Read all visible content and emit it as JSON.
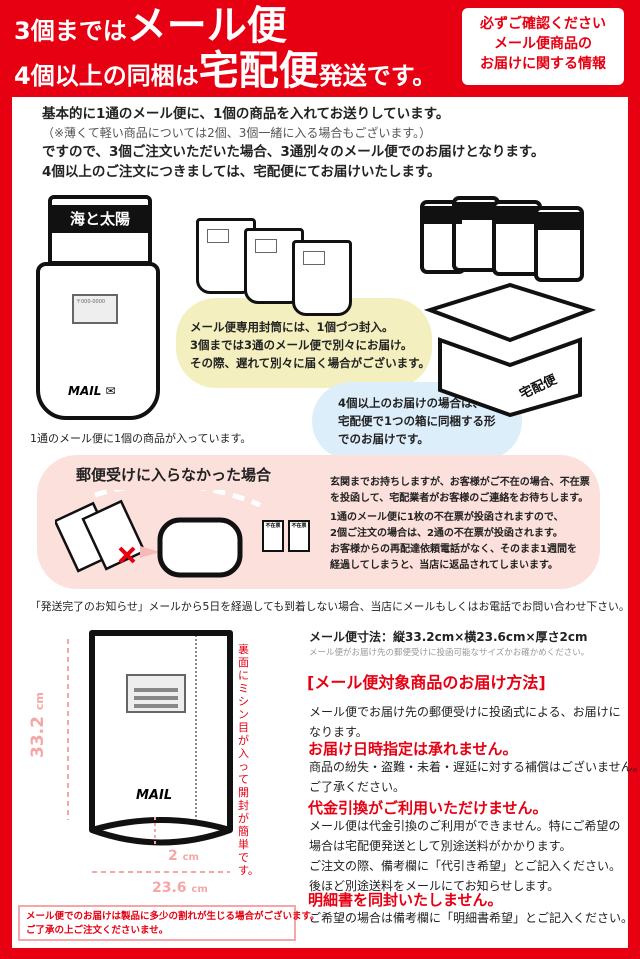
{
  "header": {
    "line1_a": "3個までは",
    "line1_b": "メール便",
    "line2_a": "4個以上の同梱は",
    "line2_b": "宅配便",
    "line2_c": "発送です。",
    "notice": [
      "必ずご確認ください",
      "メール便商品の",
      "お届けに関する情報"
    ]
  },
  "intro": [
    "基本的に1通のメール便に、1個の商品を入れてお送りしています。",
    "（※薄くて軽い商品については2個、3個一緒に入る場合もございます。）",
    "ですので、3個ご注文いただいた場合、3通別々のメール便でのお届けとなります。",
    "4個以上のご注文につきましては、宅配便にてお届けいたします。"
  ],
  "illustration": {
    "brand": "海と太陽",
    "mail_label": "MAIL",
    "postal_code": "〒000-0000",
    "single_caption": "1通のメール便に1個の商品が入っています。",
    "yellow_bubble": [
      "メール便専用封筒には、1個づつ封入。",
      "3個までは3通のメール便で別々にお届け。",
      "その際、遅れて別々に届く場合がございます。"
    ],
    "blue_bubble": [
      "4個以上のお届けの場合は、",
      "宅配便で1つの箱に同梱する形",
      "でのお届けです。"
    ],
    "box_label": "宅配便"
  },
  "mailbox_section": {
    "title": "郵便受けに入らなかった場合",
    "slip_label": "不在票",
    "para1": [
      "玄関までお持ちしますが、お客様がご不在の場合、不在票",
      "を投函して、宅配業者がお客様のご連絡をお待ちします。"
    ],
    "para2": [
      "1通のメール便に1枚の不在票が投函されますので、",
      "2個ご注文の場合は、2通の不在票が投函されます。",
      "お客様からの再配達依頼電話がなく、そのまま1週間を",
      "経過してしまうと、当店に返品されてしまいます。"
    ]
  },
  "contact_note": "「発送完了のお知らせ」メールから5日を経過しても到着しない場合、当店にメールもしくはお電話でお問い合わせ下さい。",
  "diagram": {
    "height_value": "33.2",
    "width_value": "23.6",
    "depth_value": "2",
    "unit": "cm",
    "perforation_note": "裏面にミシン目が入って開封が簡単です。",
    "warning": [
      "メール便でのお届けは製品に多少の割れが生じる場合がございます。",
      "ご了承の上ご注文くださいませ。"
    ]
  },
  "details": {
    "size": "メール便寸法：縦33.2cm×横23.6cm×厚さ2cm",
    "size_note": "メール便がお届け先の郵便受けに投函可能なサイズかお確かめください。",
    "method_title": "[メール便対象商品のお届け方法]",
    "method_text": [
      "メール便でお届け先の郵便受けに投函式による、お届けに",
      "なります。"
    ],
    "h1": "お届け日時指定は承れません。",
    "h1_text": [
      "商品の紛失・盗難・未着・遅延に対する補償はございません。",
      "ご了承ください。"
    ],
    "h2": "代金引換がご利用いただけません。",
    "h2_text": [
      "メール便は代金引換のご利用ができません。特にご希望の",
      "場合は宅配便発送として別途送料がかかります。",
      "ご注文の際、備考欄に「代引き希望」とご記入ください。",
      "後ほど別途送料をメールにてお知らせします。"
    ],
    "h3": "明細書を同封いたしません。",
    "h3_text": [
      "ご希望の場合は備考欄に「明細書希望」とご記入ください。"
    ]
  },
  "colors": {
    "brand_red": "#e60012",
    "pink": "#fbe0dc",
    "yellow": "#f3efbf",
    "blue": "#dceefa"
  }
}
